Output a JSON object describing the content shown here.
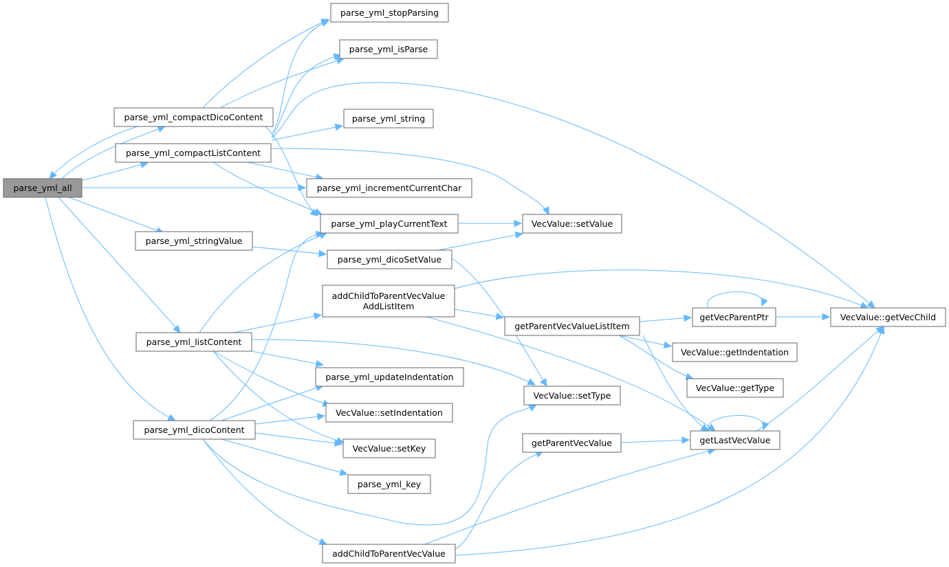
{
  "graph": {
    "nodes": {
      "n_all": "parse_yml_all",
      "n_compactDico": "parse_yml_compactDicoContent",
      "n_compactList": "parse_yml_compactListContent",
      "n_stringValue": "parse_yml_stringValue",
      "n_listContent": "parse_yml_listContent",
      "n_dicoContent": "parse_yml_dicoContent",
      "n_stopParsing": "parse_yml_stopParsing",
      "n_isParse": "parse_yml_isParse",
      "n_string": "parse_yml_string",
      "n_incChar": "parse_yml_incrementCurrentChar",
      "n_playText": "parse_yml_playCurrentText",
      "n_dicoSetValue": "parse_yml_dicoSetValue",
      "n_addListItem": "addChildToParentVecValue\nAddListItem",
      "n_updIndent": "parse_yml_updateIndentation",
      "n_setIndent": "VecValue::setIndentation",
      "n_setKey": "VecValue::setKey",
      "n_key": "parse_yml_key",
      "n_addChild": "addChildToParentVecValue",
      "n_setValue": "VecValue::setValue",
      "n_getParentListItem": "getParentVecValueListItem",
      "n_setType": "VecValue::setType",
      "n_getParent": "getParentVecValue",
      "n_getVecParentPtr": "getVecParentPtr",
      "n_getIndentation": "VecValue::getIndentation",
      "n_getType": "VecValue::getType",
      "n_getLast": "getLastVecValue",
      "n_getVecChild": "VecValue::getVecChild"
    },
    "edges": [
      [
        "n_all",
        "n_compactDico"
      ],
      [
        "n_all",
        "n_compactList"
      ],
      [
        "n_all",
        "n_incChar"
      ],
      [
        "n_all",
        "n_stringValue"
      ],
      [
        "n_all",
        "n_listContent"
      ],
      [
        "n_all",
        "n_dicoContent"
      ],
      [
        "n_compactDico",
        "n_all"
      ],
      [
        "n_compactDico",
        "n_stopParsing"
      ],
      [
        "n_compactDico",
        "n_isParse"
      ],
      [
        "n_compactDico",
        "n_playText"
      ],
      [
        "n_compactList",
        "n_stopParsing"
      ],
      [
        "n_compactList",
        "n_isParse"
      ],
      [
        "n_compactList",
        "n_string"
      ],
      [
        "n_compactList",
        "n_getVecChild"
      ],
      [
        "n_compactList",
        "n_incChar"
      ],
      [
        "n_compactList",
        "n_playText"
      ],
      [
        "n_compactList",
        "n_setValue"
      ],
      [
        "n_stringValue",
        "n_dicoSetValue"
      ],
      [
        "n_playText",
        "n_setValue"
      ],
      [
        "n_dicoSetValue",
        "n_setValue"
      ],
      [
        "n_dicoSetValue",
        "n_setType"
      ],
      [
        "n_listContent",
        "n_playText"
      ],
      [
        "n_listContent",
        "n_addListItem"
      ],
      [
        "n_listContent",
        "n_updIndent"
      ],
      [
        "n_listContent",
        "n_setIndent"
      ],
      [
        "n_listContent",
        "n_setKey"
      ],
      [
        "n_listContent",
        "n_setType"
      ],
      [
        "n_dicoContent",
        "n_playText"
      ],
      [
        "n_dicoContent",
        "n_updIndent"
      ],
      [
        "n_dicoContent",
        "n_setIndent"
      ],
      [
        "n_dicoContent",
        "n_setKey"
      ],
      [
        "n_dicoContent",
        "n_key"
      ],
      [
        "n_dicoContent",
        "n_addChild"
      ],
      [
        "n_dicoContent",
        "n_setType"
      ],
      [
        "n_addListItem",
        "n_getVecChild"
      ],
      [
        "n_addListItem",
        "n_getParentListItem"
      ],
      [
        "n_addListItem",
        "n_getLast"
      ],
      [
        "n_getParentListItem",
        "n_getVecParentPtr"
      ],
      [
        "n_getParentListItem",
        "n_getIndentation"
      ],
      [
        "n_getParentListItem",
        "n_getType"
      ],
      [
        "n_getParentListItem",
        "n_getLast"
      ],
      [
        "n_getVecParentPtr",
        "n_getVecParentPtr"
      ],
      [
        "n_getVecParentPtr",
        "n_getVecChild"
      ],
      [
        "n_addChild",
        "n_getParent"
      ],
      [
        "n_addChild",
        "n_getLast"
      ],
      [
        "n_addChild",
        "n_getVecChild"
      ],
      [
        "n_getParent",
        "n_getLast"
      ],
      [
        "n_getLast",
        "n_getLast"
      ],
      [
        "n_getLast",
        "n_getVecChild"
      ]
    ]
  }
}
